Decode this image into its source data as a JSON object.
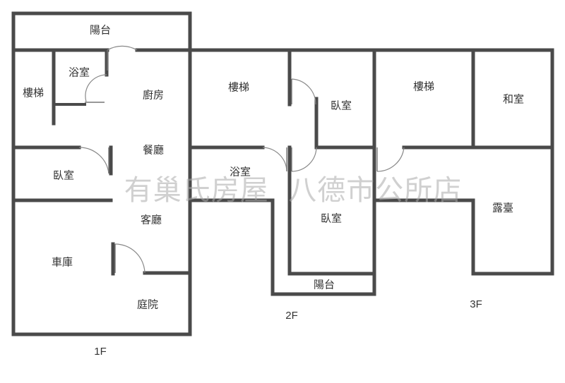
{
  "floors": [
    {
      "label": "1F"
    },
    {
      "label": "2F"
    },
    {
      "label": "3F"
    }
  ],
  "rooms_1f": {
    "balcony": "陽台",
    "stairs": "樓梯",
    "bathroom": "浴室",
    "kitchen": "廚房",
    "dining": "餐廳",
    "bedroom": "臥室",
    "living": "客廳",
    "garage": "車庫",
    "courtyard": "庭院"
  },
  "rooms_2f": {
    "stairs": "樓梯",
    "bedroom_upper": "臥室",
    "bathroom": "浴室",
    "bedroom_lower": "臥室",
    "balcony": "陽台"
  },
  "rooms_3f": {
    "stairs": "樓梯",
    "japanese_room": "和室",
    "terrace": "露臺"
  },
  "watermark": "有巢氏房屋  八德市公所店"
}
